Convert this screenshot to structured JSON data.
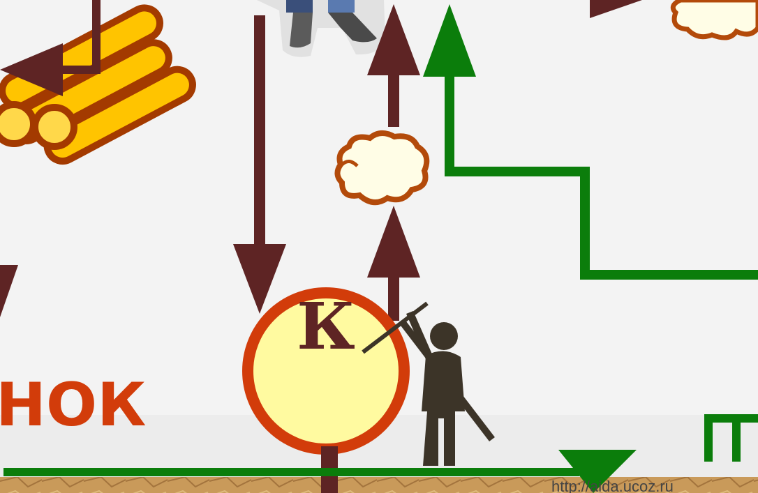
{
  "scene": {
    "letter_k": "К",
    "word_fragment": "НОК",
    "watermark_url": "http://aida.ucoz.ru"
  },
  "colors": {
    "background": "#f3f3f3",
    "arrow_brown": "#5e2424",
    "path_green": "#0b7d0b",
    "log_yellow": "#ffc400",
    "log_outline": "#a33a00",
    "sun_fill": "#fffaa0",
    "sun_outline": "#d23c0a",
    "cloud_fill": "#fffde6",
    "cloud_outline": "#b34a0a",
    "figure": "#3c3428",
    "floor": "#c99a5a"
  },
  "icons": [
    "logs-icon",
    "cloud-icon",
    "sun-circle-icon",
    "person-with-pole-icon",
    "boots-figure-icon"
  ]
}
